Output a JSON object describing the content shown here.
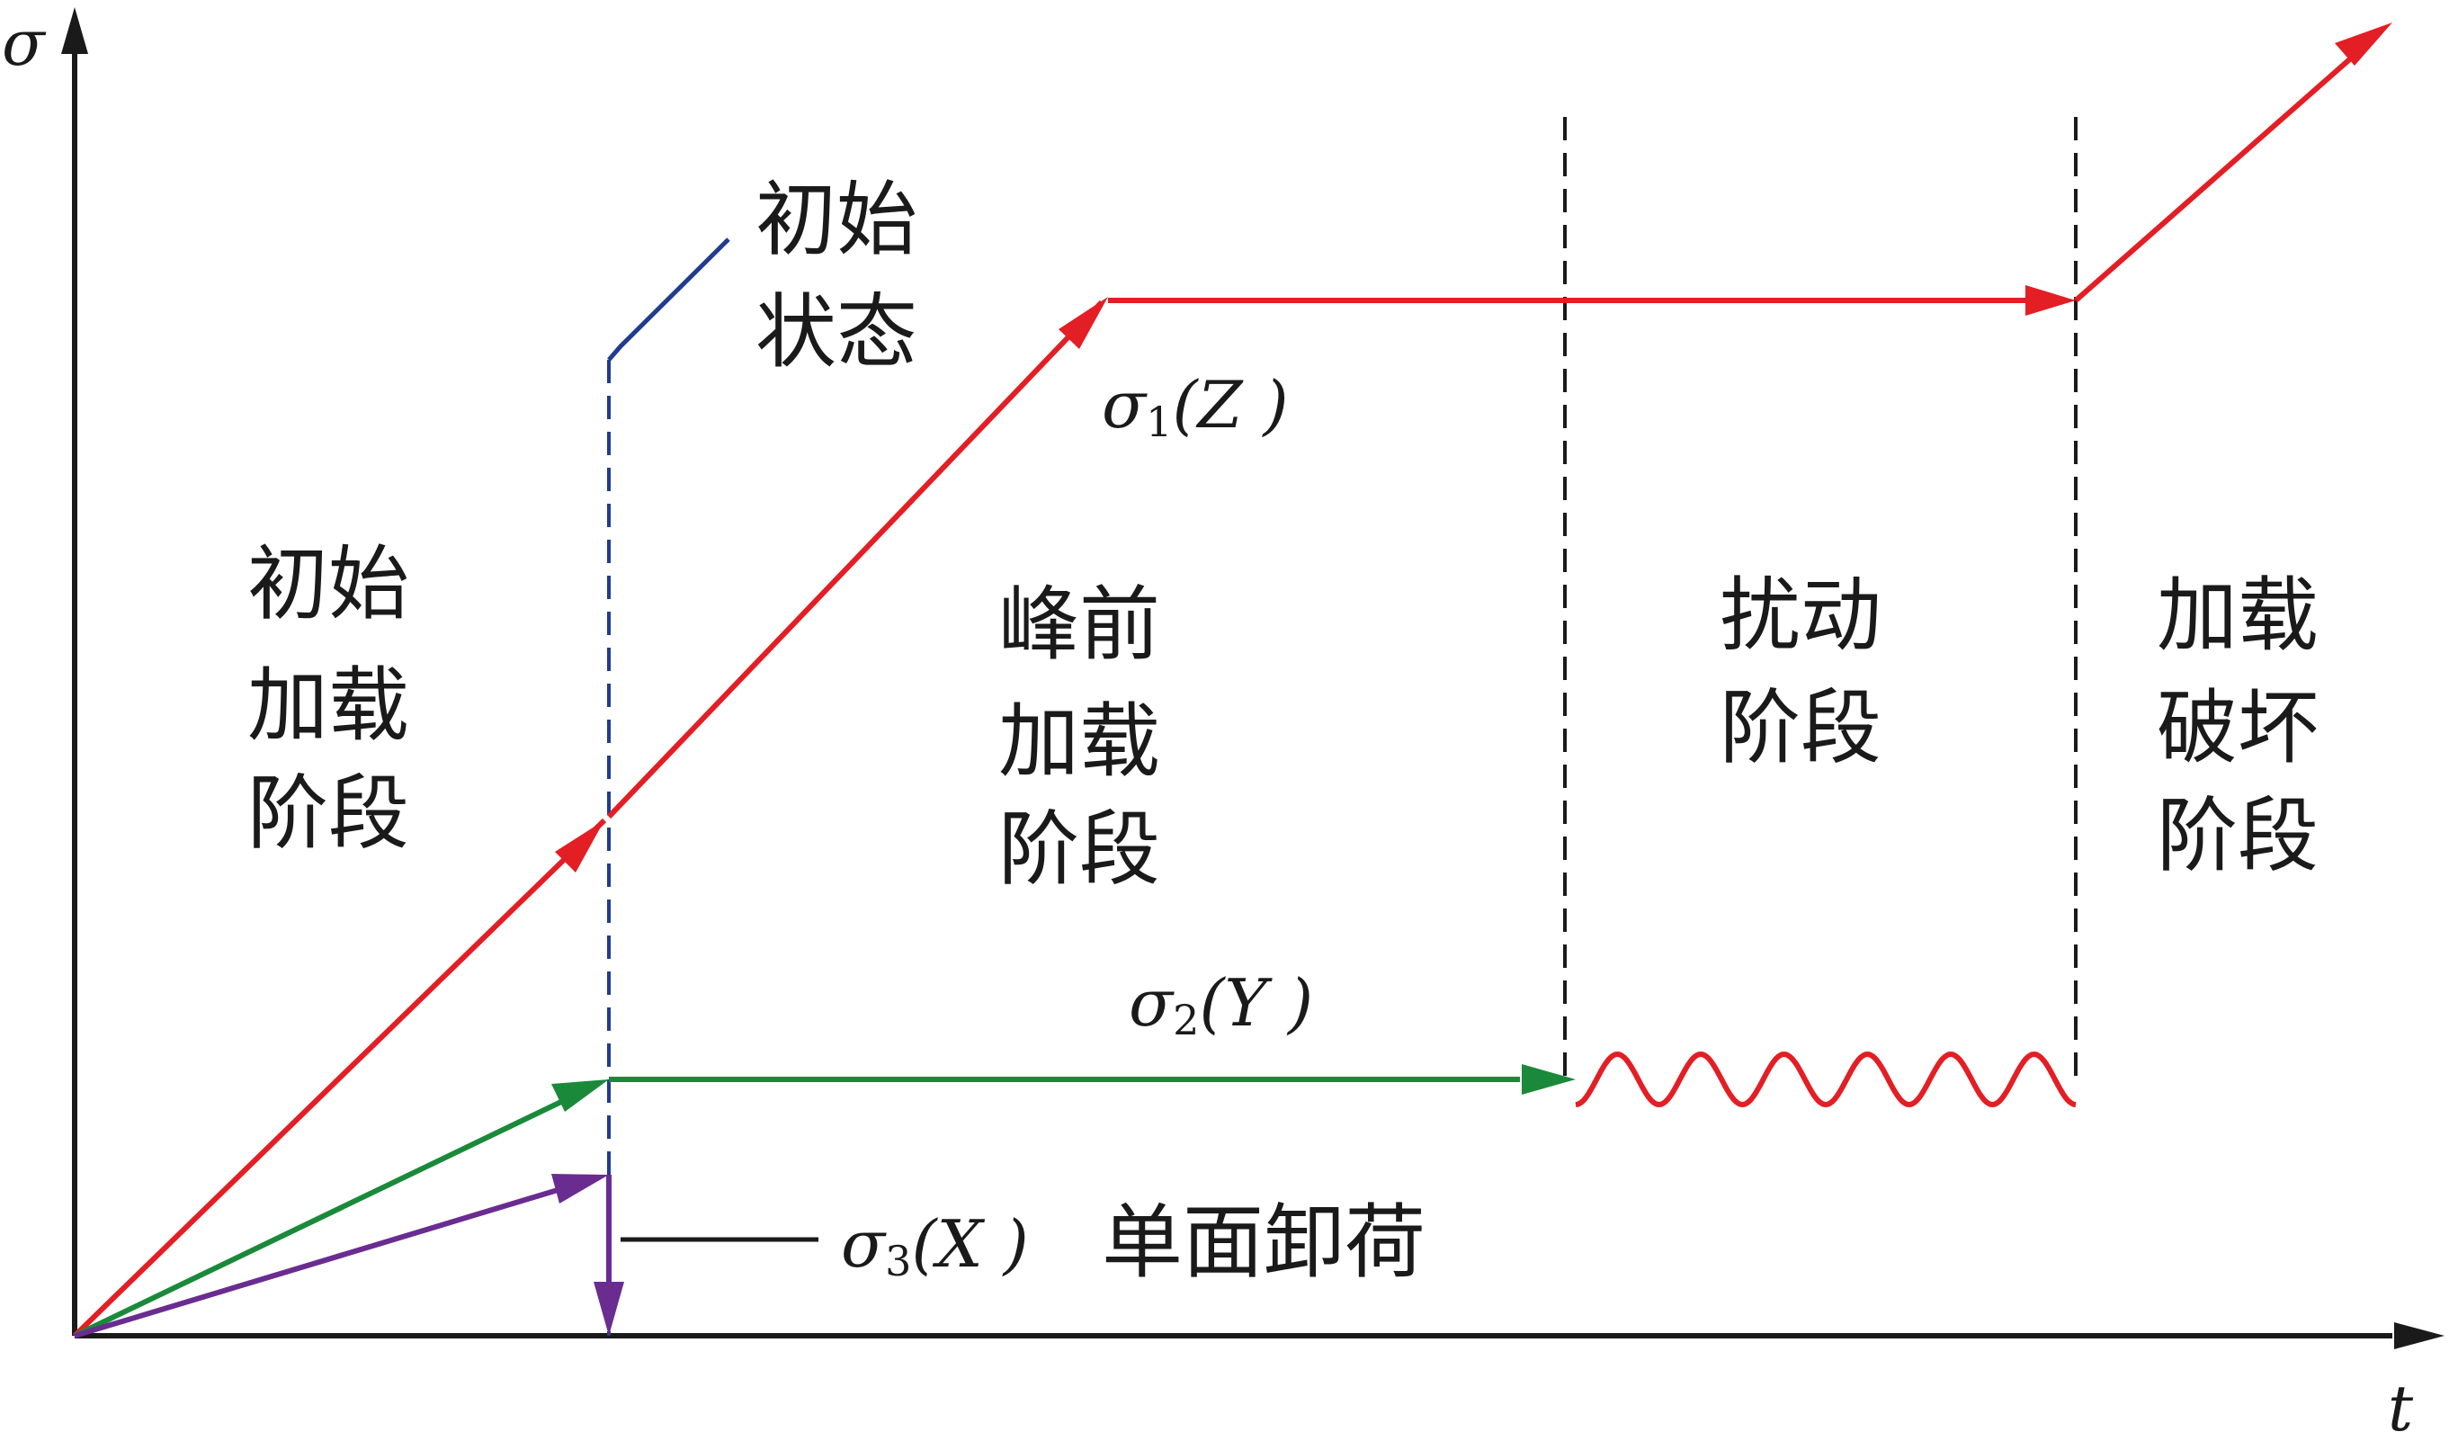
{
  "axes": {
    "y_label": "σ",
    "x_label": "t"
  },
  "annotations": {
    "initial_state": [
      "初始",
      "状态"
    ],
    "sigma1": {
      "symbol": "σ",
      "sub": "1",
      "axis": "(Z )"
    },
    "sigma2": {
      "symbol": "σ",
      "sub": "2",
      "axis": "(Y )"
    },
    "sigma3": {
      "symbol": "σ",
      "sub": "3",
      "axis": "(X )",
      "note": "单面卸荷"
    }
  },
  "stages": [
    {
      "id": "initial-loading",
      "lines": [
        "初始",
        "加载",
        "阶段"
      ]
    },
    {
      "id": "pre-peak-loading",
      "lines": [
        "峰前",
        "加载",
        "阶段"
      ]
    },
    {
      "id": "disturbance",
      "lines": [
        "扰动",
        "阶段"
      ]
    },
    {
      "id": "loading-failure",
      "lines": [
        "加载",
        "破坏",
        "阶段"
      ]
    }
  ],
  "colors": {
    "sigma1": "#e31e24",
    "sigma2": "#1a8a3a",
    "sigma3": "#6a2c91",
    "initial_state_line": "#1f3c8f",
    "axes": "#1a1a1a"
  }
}
